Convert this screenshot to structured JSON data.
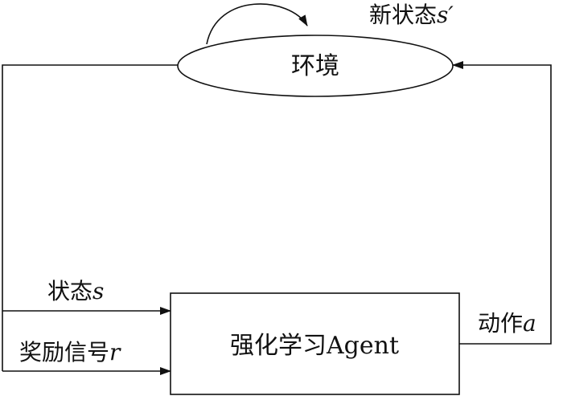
{
  "diagram": {
    "environment": {
      "label": "环境"
    },
    "agent": {
      "label": "强化学习Agent"
    },
    "edges": {
      "new_state": {
        "text": "新状态",
        "symbol": "s′"
      },
      "state": {
        "text": "状态",
        "symbol": "s"
      },
      "reward": {
        "text": "奖励信号",
        "symbol": "r"
      },
      "action": {
        "text": "动作",
        "symbol": "a"
      }
    }
  }
}
